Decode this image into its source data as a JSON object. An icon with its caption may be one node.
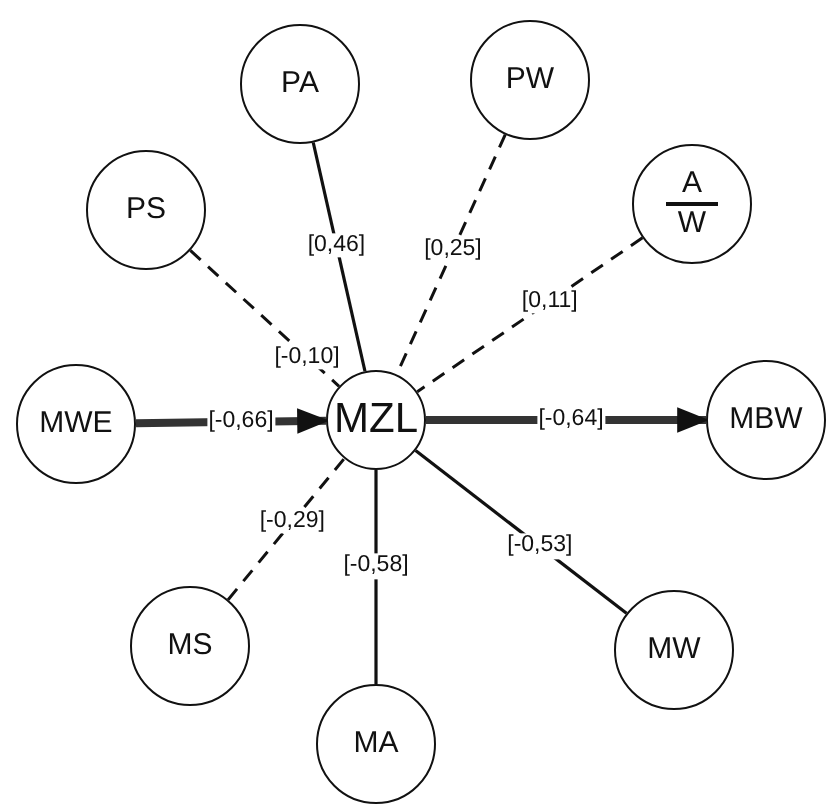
{
  "diagram": {
    "nodes": [
      {
        "text": [
          "PA"
        ]
      },
      {
        "text": [
          "PW"
        ]
      },
      {
        "text": [
          "PS"
        ]
      },
      {
        "text": [
          "A",
          "W"
        ]
      },
      {
        "text": [
          "MWE"
        ]
      },
      {
        "text": [
          "MZL"
        ]
      },
      {
        "text": [
          "MBW"
        ]
      },
      {
        "text": [
          "MS"
        ]
      },
      {
        "text": [
          "MW"
        ]
      },
      {
        "text": [
          "MA"
        ]
      }
    ],
    "edges": [
      {
        "from": 4,
        "to": 5,
        "arrow": "to",
        "style": "thick",
        "label": "[-0,66]"
      },
      {
        "from": 5,
        "to": 6,
        "arrow": "to",
        "style": "thick",
        "label": "[-0,64]"
      },
      {
        "from": 2,
        "to": 5,
        "arrow": "none",
        "style": "dashed",
        "label": "[-0,10]"
      },
      {
        "from": 0,
        "to": 5,
        "arrow": "none",
        "label": "[0,46]"
      },
      {
        "from": 1,
        "to": 5,
        "arrow": "none",
        "style": "dashed",
        "label": "[0,25]"
      },
      {
        "from": 3,
        "to": 5,
        "arrow": "none",
        "style": "dashed",
        "label": "[0,11]"
      },
      {
        "from": 7,
        "to": 5,
        "arrow": "none",
        "style": "dashed",
        "label": "[-0,29]"
      },
      {
        "from": 9,
        "to": 5,
        "arrow": "none",
        "label": "[-0,58]"
      },
      {
        "from": 8,
        "to": 5,
        "arrow": "none",
        "label": "[-0,53]"
      }
    ]
  }
}
